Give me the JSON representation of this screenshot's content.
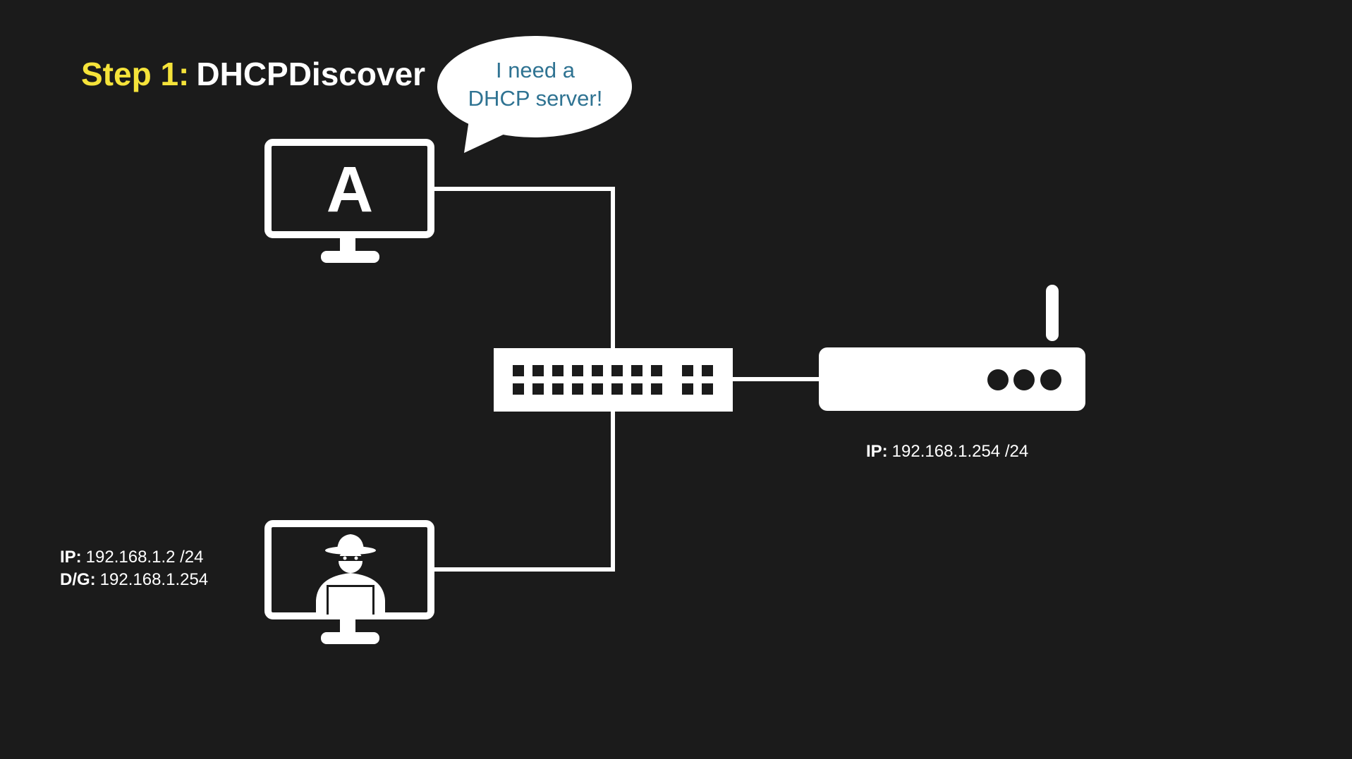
{
  "title": {
    "step": "Step 1:",
    "name": "DHCPDiscover"
  },
  "bubble": {
    "line1": "I need a",
    "line2": "DHCP server!"
  },
  "host_a": {
    "label": "A"
  },
  "attacker": {
    "ip_label": "IP:",
    "ip_value": "192.168.1.2 /24",
    "gw_label": "D/G:",
    "gw_value": "192.168.1.254"
  },
  "router": {
    "ip_label": "IP:",
    "ip_value": "192.168.1.254 /24"
  },
  "colors": {
    "background": "#1b1b1b",
    "title_step": "#f5e33a",
    "title_name": "#ffffff",
    "bubble_text": "#2f7392",
    "devices": "#ffffff"
  },
  "icons": [
    "monitor-icon",
    "hacker-icon",
    "switch-icon",
    "router-icon",
    "speech-bubble-icon"
  ]
}
